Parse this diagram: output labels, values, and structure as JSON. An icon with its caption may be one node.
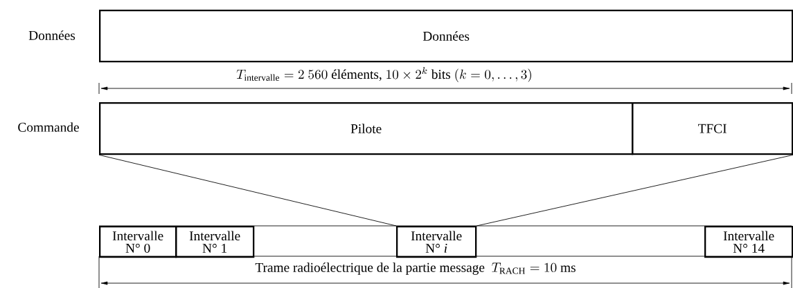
{
  "diagram": {
    "nodes": [
      {
        "text": [
          "Données"
        ]
      },
      {
        "text": [
          "Pilote"
        ]
      },
      {
        "text": [
          "TFCI"
        ]
      },
      {
        "text": [
          "Intervalle",
          "N° 0"
        ]
      },
      {
        "text": [
          "Intervalle",
          "N° 1"
        ]
      },
      {
        "text": [
          "Intervalle",
          "N° *i*"
        ]
      },
      {
        "text": [
          "Intervalle",
          "N° 14"
        ]
      }
    ],
    "edges": [
      {
        "from": 1,
        "to": 5,
        "arrow": "none"
      },
      {
        "from": 2,
        "to": 5,
        "arrow": "none"
      }
    ],
    "labels": [
      "Données",
      "T_{\\mathrm{intervalle}} = 2\\ 560\\ \\text{éléments, } 10 \\times 2^{k}\\ \\text{bits}\\ (k = 0, \\ldots, 3)",
      "Commande",
      "\\text{Trame radioélectrique de la partie message }\\ T_{\\mathrm{RACH}} = 10\\ \\text{ms}"
    ]
  }
}
